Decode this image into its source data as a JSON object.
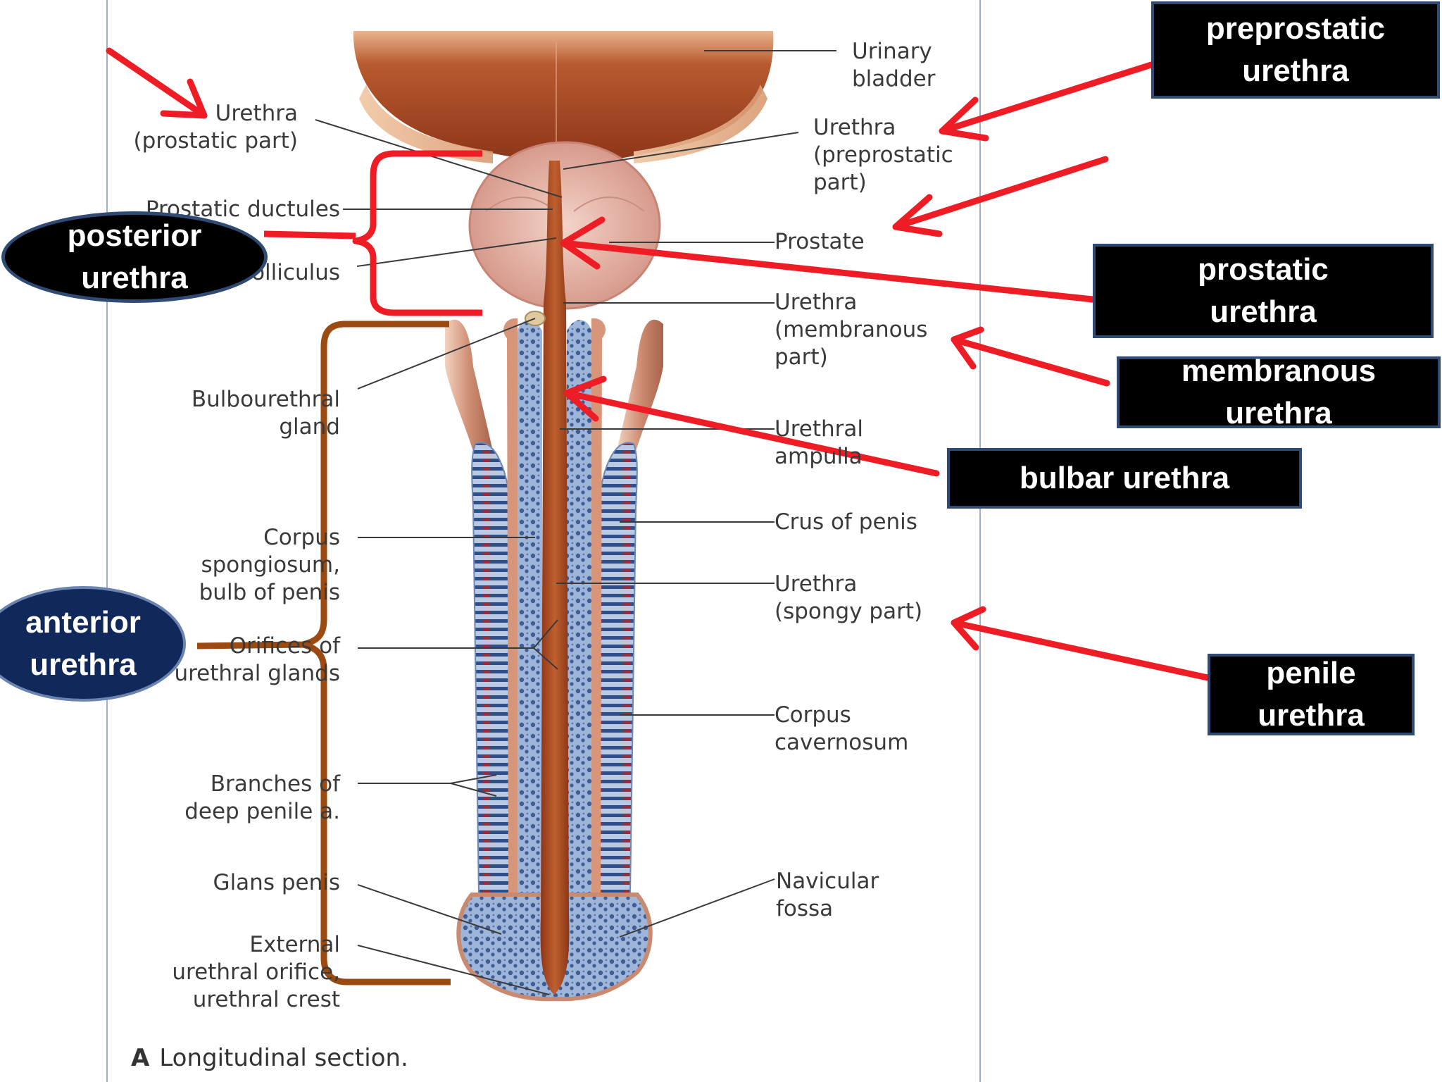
{
  "diagram": {
    "caption_letter": "A",
    "caption_text": "Longitudinal section.",
    "anatomy_labels_left": [
      "Urethra\n(prostatic part)",
      "Prostatic ductules",
      "Seminal colliculus",
      "Bulbourethral\ngland",
      "Corpus\nspongiosum,\nbulb of penis",
      "Orifices of\nurethral glands",
      "Branches of\ndeep penile a.",
      "Glans penis",
      "External\nurethral orifice,\nurethral crest"
    ],
    "anatomy_labels_right": [
      "Urinary\nbladder",
      "Urethra\n(preprostatic\npart)",
      "Prostate",
      "Urethra\n(membranous\npart)",
      "Urethral\nampulla",
      "Crus of penis",
      "Urethra\n(spongy part)",
      "Corpus\ncavernosum",
      "Navicular\nfossa"
    ],
    "callout_boxes": [
      "preprostatic\nurethra",
      "prostatic\nurethra",
      "membranous\nurethra",
      "bulbar urethra",
      "penile\nurethra"
    ],
    "region_ovals": [
      "posterior\nurethra",
      "anterior\nurethra"
    ],
    "colors": {
      "arrow": "#ee1c25",
      "posterior_bracket": "#ee1c25",
      "anterior_bracket": "#9b4a12",
      "box_fill": "#000000",
      "box_border": "#2f4a73",
      "oval_posterior_fill": "#000000",
      "oval_anterior_fill": "#10285a",
      "urethra_tissue": "#b8542a",
      "spongy_tissue": "#8aa6cf"
    }
  }
}
